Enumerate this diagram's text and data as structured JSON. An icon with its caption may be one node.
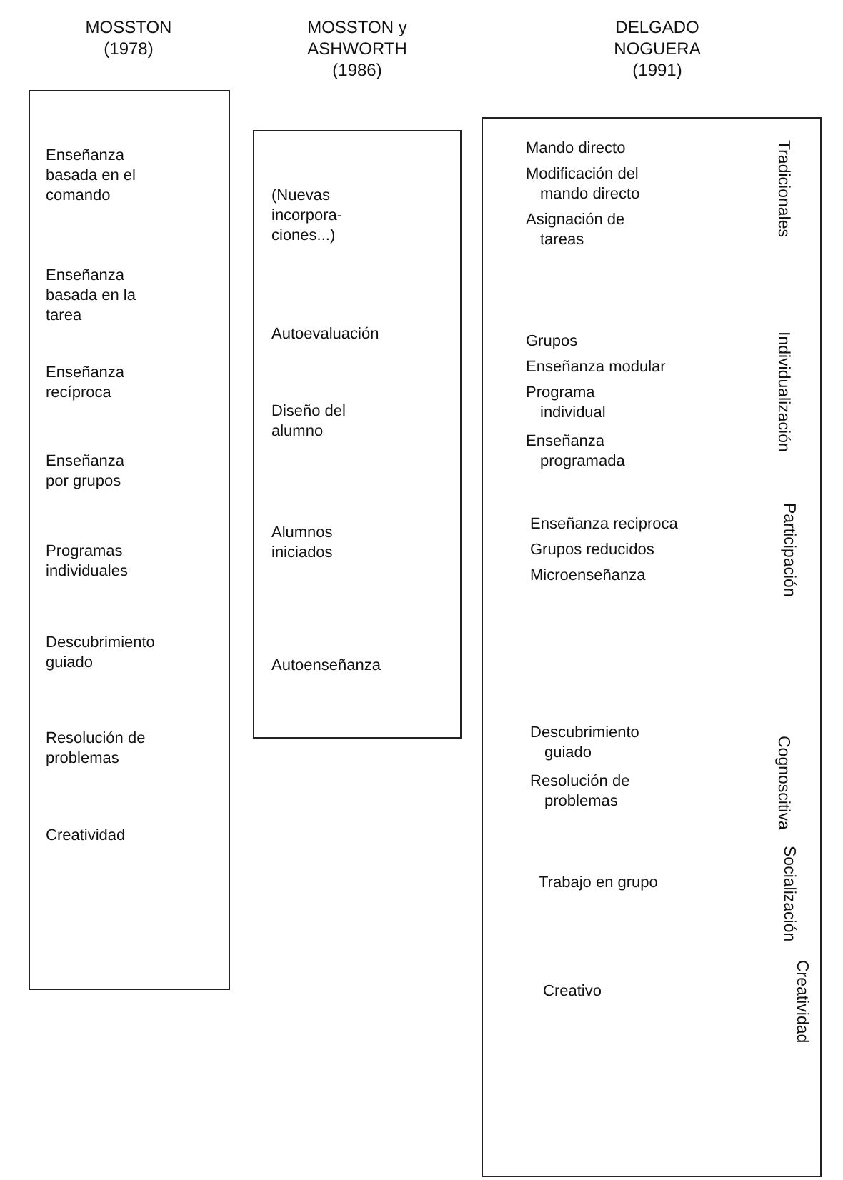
{
  "diagram": {
    "nodes": [
      {
        "text": [
          "MOSSTON (1978)",
          "Enseñanza basada en el comando",
          "Enseñanza basada en la tarea",
          "Enseñanza recíproca",
          "Enseñanza por grupos",
          "Programas individuales",
          "Descubrimiento guiado",
          "Resolución de problemas",
          "Creatividad"
        ]
      },
      {
        "text": [
          "MOSSTON y ASHWORTH (1986)",
          "(Nuevas incorpora- ciones...)",
          "Autoevaluación",
          "Diseño del alumno",
          "Alumnos iniciados",
          "Autoenseñanza"
        ]
      },
      {
        "text": [
          "DELGADO NOGUERA (1991)",
          "Mando directo",
          "Modificación del mando directo",
          "Asignación de tareas",
          "Tradicionales",
          "Grupos",
          "Enseñanza modular",
          "Programa individual",
          "Enseñanza programada",
          "Individualización",
          "Enseñanza reciproca",
          "Grupos reducidos",
          "Microenseñanza",
          "Participación",
          "Descubrimiento guiado",
          "Resolución de problemas",
          "Cognoscitiva",
          "Trabajo en grupo",
          "Socialización",
          "Creativo",
          "Creatividad"
        ]
      }
    ]
  }
}
